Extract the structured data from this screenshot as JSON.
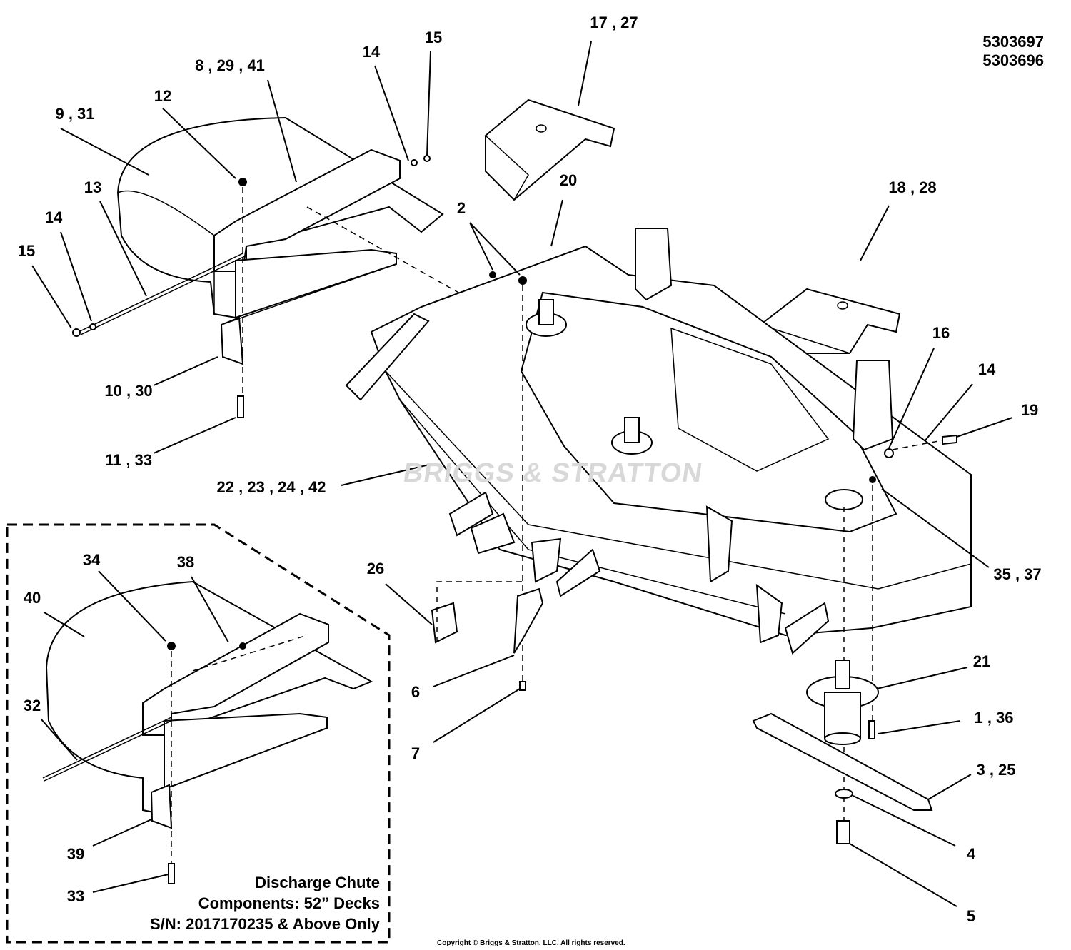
{
  "part_numbers": [
    "5303697",
    "5303696"
  ],
  "callouts": [
    {
      "id": "c-17-27",
      "text": "17 , 27"
    },
    {
      "id": "c-8-29-41",
      "text": "8 , 29 , 41"
    },
    {
      "id": "c-14-top",
      "text": "14"
    },
    {
      "id": "c-15-top",
      "text": "15"
    },
    {
      "id": "c-12",
      "text": "12"
    },
    {
      "id": "c-9-31",
      "text": "9 , 31"
    },
    {
      "id": "c-13",
      "text": "13"
    },
    {
      "id": "c-14-left",
      "text": "14"
    },
    {
      "id": "c-15-left",
      "text": "15"
    },
    {
      "id": "c-20",
      "text": "20"
    },
    {
      "id": "c-2",
      "text": "2"
    },
    {
      "id": "c-18-28",
      "text": "18 , 28"
    },
    {
      "id": "c-16",
      "text": "16"
    },
    {
      "id": "c-14-right",
      "text": "14"
    },
    {
      "id": "c-19",
      "text": "19"
    },
    {
      "id": "c-10-30",
      "text": "10 , 30"
    },
    {
      "id": "c-11-33",
      "text": "11 , 33"
    },
    {
      "id": "c-22-23-24-42",
      "text": "22 , 23 , 24 , 42"
    },
    {
      "id": "c-35-37",
      "text": "35 , 37"
    },
    {
      "id": "c-26",
      "text": "26"
    },
    {
      "id": "c-6",
      "text": "6"
    },
    {
      "id": "c-7",
      "text": "7"
    },
    {
      "id": "c-21",
      "text": "21"
    },
    {
      "id": "c-1-36",
      "text": "1 , 36"
    },
    {
      "id": "c-3-25",
      "text": "3 , 25"
    },
    {
      "id": "c-4",
      "text": "4"
    },
    {
      "id": "c-5",
      "text": "5"
    },
    {
      "id": "c-34",
      "text": "34"
    },
    {
      "id": "c-38",
      "text": "38"
    },
    {
      "id": "c-40",
      "text": "40"
    },
    {
      "id": "c-32",
      "text": "32"
    },
    {
      "id": "c-39",
      "text": "39"
    },
    {
      "id": "c-33",
      "text": "33"
    }
  ],
  "inset": {
    "caption_lines": [
      "Discharge Chute",
      "Components: 52” Decks",
      "S/N: 2017170235 & Above Only"
    ]
  },
  "watermark": "BRIGGS & STRATTON",
  "copyright": "Copyright © Briggs & Stratton, LLC. All rights reserved."
}
